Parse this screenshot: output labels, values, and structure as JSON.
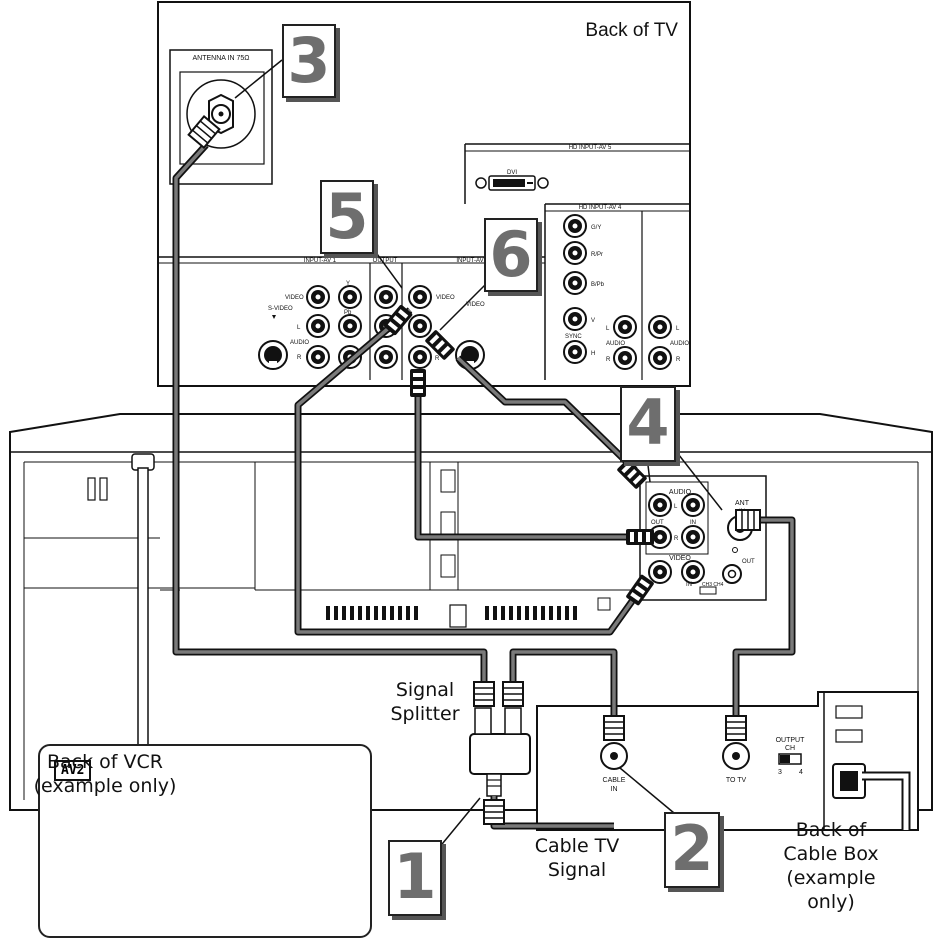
{
  "tv": {
    "title": "Back of TV",
    "antenna_label": "ANTENNA IN 75Ω",
    "hd_av5_label": "HD INPUT-AV 5",
    "dvi_label": "DVI",
    "hd_av4_label": "HD INPUT-AV 4",
    "hd_av4_jacks": [
      "G/Y",
      "R/Pr",
      "B/Pb"
    ],
    "sync_label": "SYNC",
    "sync_v": "V",
    "sync_h": "H",
    "audio_label": "AUDIO",
    "l_label": "L",
    "r_label": "R",
    "input_av1_label": "INPUT-AV 1",
    "output_label": "OUTPUT",
    "input_av2_label": "INPUT-AV",
    "video_label": "VIDEO",
    "svideo_label": "S-VIDEO",
    "y_label": "Y",
    "pb_label": "Pb"
  },
  "vcr": {
    "caption_line1": "Back of VCR",
    "caption_line2": "(example only)",
    "audio_label": "AUDIO",
    "out_label": "OUT",
    "in_label": "IN",
    "video_label": "VIDEO",
    "ant_label": "ANT",
    "ant_in_label": "IN",
    "ant_out_label": "OUT",
    "ch_label": "CH3 CH4",
    "l_label": "L",
    "r_label": "R"
  },
  "splitter": {
    "line1": "Signal",
    "line2": "Splitter"
  },
  "cable_box": {
    "cable_in_line1": "CABLE",
    "cable_in_line2": "IN",
    "to_tv": "TO TV",
    "output_label": "OUTPUT",
    "ch_label": "CH",
    "ch3": "3",
    "ch4": "4",
    "caption_line1": "Back of",
    "caption_line2": "Cable Box",
    "caption_line3": "(example",
    "caption_line4": "only)"
  },
  "cable_signal": {
    "line1": "Cable TV",
    "line2": "Signal"
  },
  "steps": [
    "1",
    "2",
    "3",
    "4",
    "5",
    "6"
  ],
  "screen_badge": "AV2",
  "colors": {
    "cable_gray": "#7a7a7a",
    "line": "#1a1a1a",
    "step_digit": "#6e6e6e"
  },
  "icons": [
    "football-player-icon",
    "rca-plug-icon",
    "coax-connector-icon",
    "svideo-jack-icon",
    "dvi-port-icon"
  ]
}
